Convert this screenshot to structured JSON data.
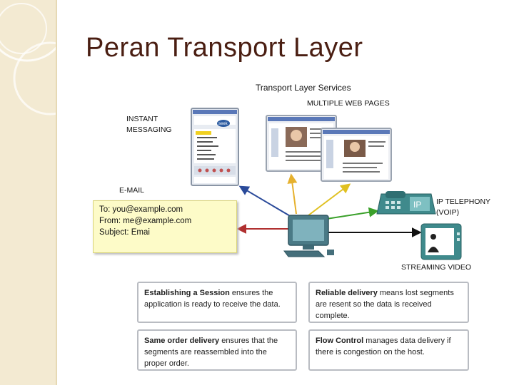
{
  "slide": {
    "title": "Peran Transport Layer"
  },
  "diagram": {
    "title": "Transport Layer Services",
    "labels": {
      "instant_messaging": "INSTANT MESSAGING",
      "multiple_web_pages": "MULTIPLE WEB PAGES",
      "email": "E-MAIL",
      "ip_telephony": "IP TELEPHONY (VOIP)",
      "streaming_video": "STREAMING VIDEO",
      "ip_badge": "IP",
      "seek_logo": "seek"
    },
    "email_card": {
      "to": "To: you@example.com",
      "from": "From: me@example.com",
      "subject": "Subject: Emai"
    },
    "info_boxes": [
      {
        "lead": "Establishing a Session",
        "rest": " ensures the application is ready to receive the data."
      },
      {
        "lead": "Reliable delivery",
        "rest": " means lost segments are resent so the data is received complete."
      },
      {
        "lead": "Same order delivery",
        "rest": " ensures that the segments are reassembled into the proper order."
      },
      {
        "lead": "Flow Control",
        "rest": " manages data delivery if there is congestion on the host."
      }
    ],
    "arrow_colors": {
      "email": "#2a4a9a",
      "messaging": "#3355aa",
      "web1": "#e6b12e",
      "web2": "#e0c020",
      "telephony": "#3aa02a",
      "return": "#b03030",
      "video": "#111111"
    }
  }
}
